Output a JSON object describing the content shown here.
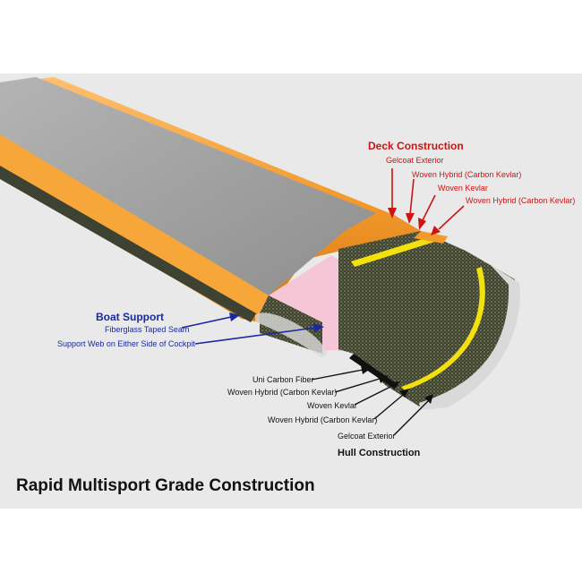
{
  "deck": {
    "heading": "Deck Construction",
    "layers": [
      "Gelcoat Exterior",
      "Woven Hybrid (Carbon Kevlar)",
      "Woven Kevlar",
      "Woven Hybrid (Carbon Kevlar)"
    ]
  },
  "support": {
    "heading": "Boat Support",
    "items": [
      "Fiberglass Taped Seam",
      "Support Web on Either Side of Cockpit"
    ]
  },
  "hull": {
    "heading": "Hull Construction",
    "layers": [
      "Uni Carbon Fiber",
      "Woven Hybrid (Carbon Kevlar)",
      "Woven Kevlar",
      "Woven Hybrid (Carbon Kevlar)",
      "Gelcoat Exterior"
    ]
  },
  "title": "Rapid Multisport Grade Construction",
  "colors": {
    "deck_label": "#cc1414",
    "support_label": "#1a2a9c",
    "hull_label": "#111111",
    "gelcoat": "#f39a2c",
    "deck_top": "#9a9a9a",
    "carbon": "#3d4232",
    "kevlar_stripe": "#f3e10e",
    "foam_web": "#f4c6d6",
    "background_panel": "#e9e9e9"
  }
}
